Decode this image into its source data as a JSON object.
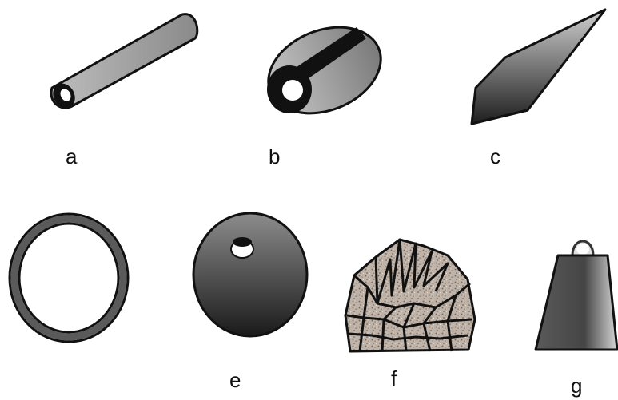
{
  "labels": {
    "a": "a",
    "b": "b",
    "c": "c",
    "e": "e",
    "f": "f",
    "g": "g"
  },
  "colors": {
    "outline": "#111111",
    "gradient_light": "#dcdcdc",
    "gradient_dark": "#1e1e1e",
    "stone": "#b7aaa0"
  },
  "icons": {
    "a": "tube-bead-icon",
    "b": "rolled-shell-bead-icon",
    "c": "pointed-pendant-icon",
    "d": "ring-icon",
    "e": "drilled-round-bead-icon",
    "f": "textured-stone-icon",
    "g": "bell-weight-icon"
  }
}
